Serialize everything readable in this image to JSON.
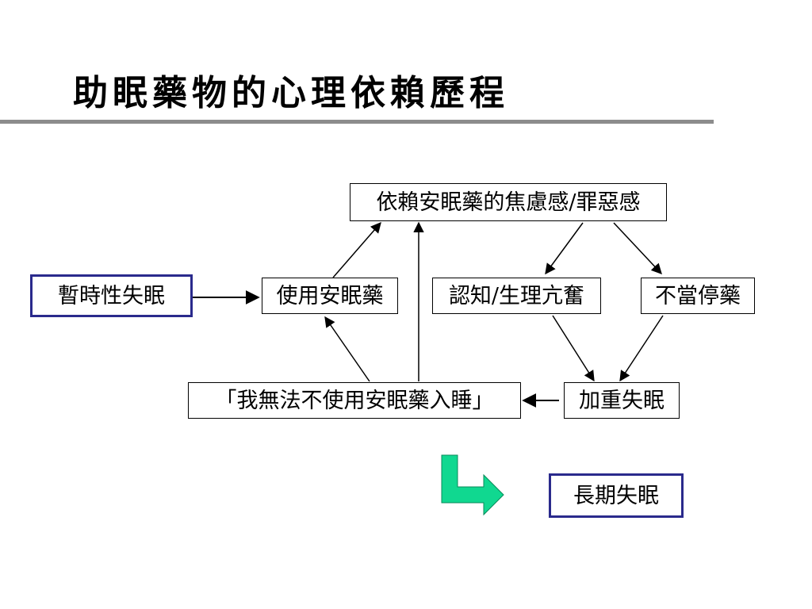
{
  "title": "助眠藥物的心理依賴歷程",
  "nodes": {
    "temp_insomnia": "暫時性失眠",
    "use_pills": "使用安眠藥",
    "anxiety_guilt": "依賴安眠藥的焦慮感/罪惡感",
    "arousal": "認知/生理亢奮",
    "stop_pills": "不當停藥",
    "worsen": "加重失眠",
    "belief": "「我無法不使用安眠藥入睡」",
    "chronic": "長期失眠"
  },
  "colors": {
    "emphasis_border": "#2a2a8c",
    "outcome_arrow": "#10d890",
    "title_rule": "#8c8c8c"
  }
}
